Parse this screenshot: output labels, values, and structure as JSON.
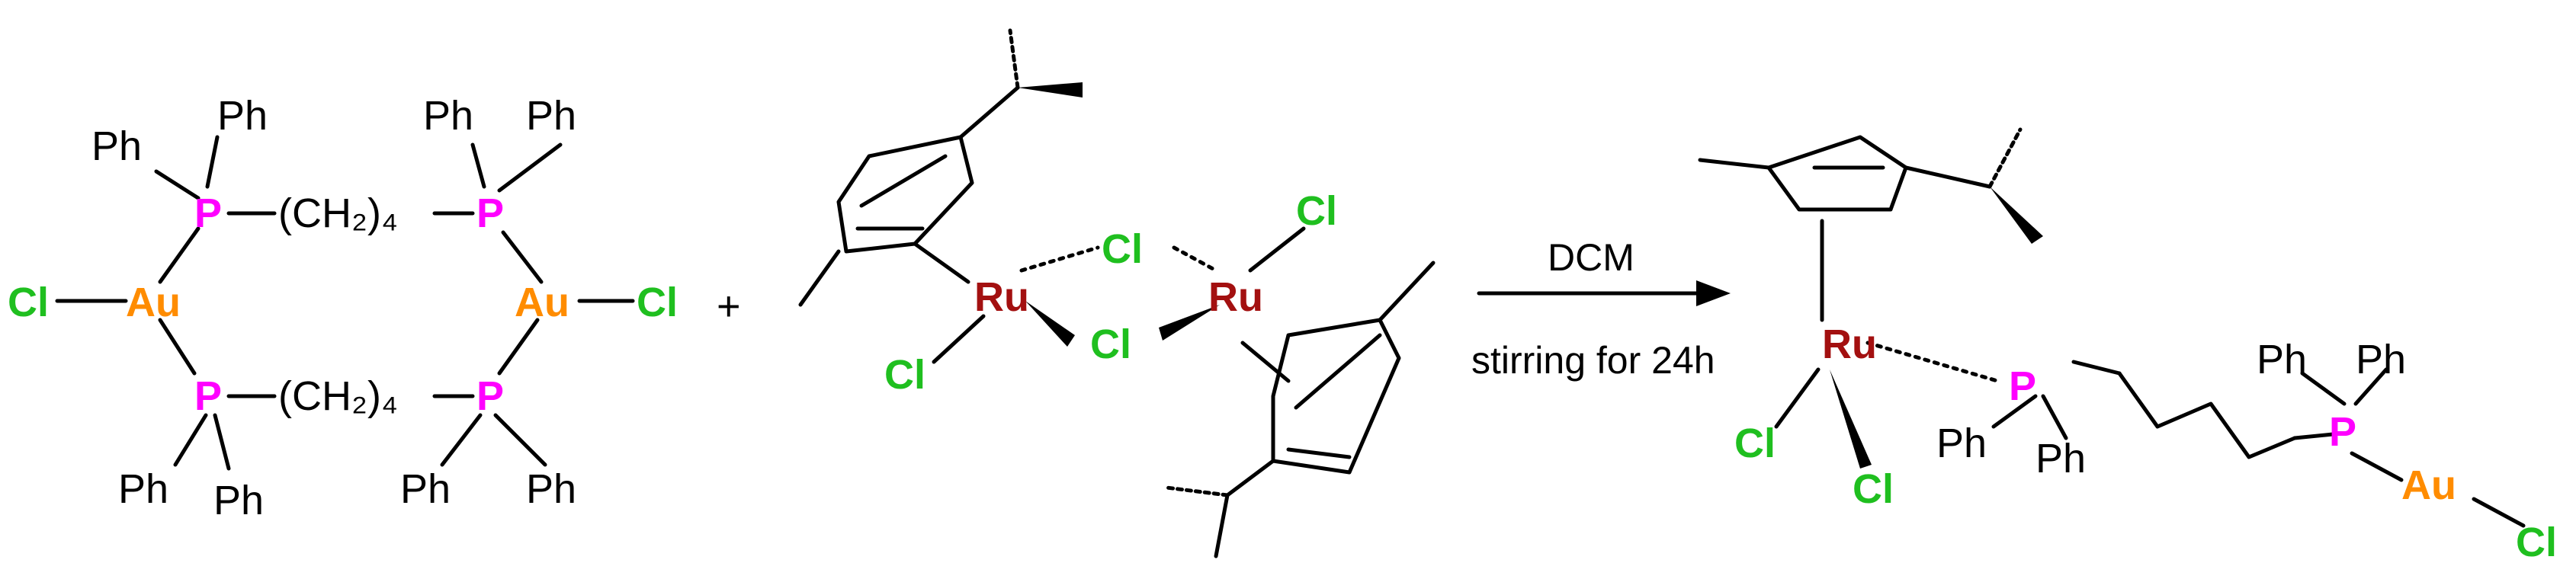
{
  "colors": {
    "bond": "#000000",
    "phosphorus": "#ff00ff",
    "gold": "#ff8c00",
    "chlorine": "#1fbf1f",
    "ruthenium": "#a31010",
    "carbon_text": "#000000"
  },
  "reactant1": {
    "name": "gold-phosphine-macrocycle",
    "labels": {
      "ph_top_left_a": "Ph",
      "ph_top_left_b": "Ph",
      "ph_top_right_a": "Ph",
      "ph_top_right_b": "Ph",
      "ph_bot_left_a": "Ph",
      "ph_bot_left_b": "Ph",
      "ph_bot_right_a": "Ph",
      "ph_bot_right_b": "Ph",
      "p_tl": "P",
      "p_tr": "P",
      "p_bl": "P",
      "p_br": "P",
      "au_left": "Au",
      "au_right": "Au",
      "cl_left": "Cl",
      "cl_right": "Cl",
      "linker_top": "(CH₂)₄",
      "linker_bottom": "(CH₂)₄"
    }
  },
  "plus_sign": "+",
  "reactant2": {
    "name": "ruthenium-cymene-dimer",
    "labels": {
      "ru_left": "Ru",
      "ru_right": "Ru",
      "cl_bridge_top": "Cl",
      "cl_bridge_bottom": "Cl",
      "cl_terminal_left": "Cl",
      "cl_terminal_right": "Cl"
    }
  },
  "arrow": {
    "above": "DCM",
    "below": "stirring for 24h"
  },
  "product": {
    "name": "ru-au-heterobimetallic",
    "labels": {
      "ru": "Ru",
      "cl_a": "Cl",
      "cl_b": "Cl",
      "p_left": "P",
      "ph_p_left_a": "Ph",
      "ph_p_left_b": "Ph",
      "p_right": "P",
      "ph_p_right_a": "Ph",
      "ph_p_right_b": "Ph",
      "au": "Au",
      "cl_au": "Cl"
    }
  }
}
